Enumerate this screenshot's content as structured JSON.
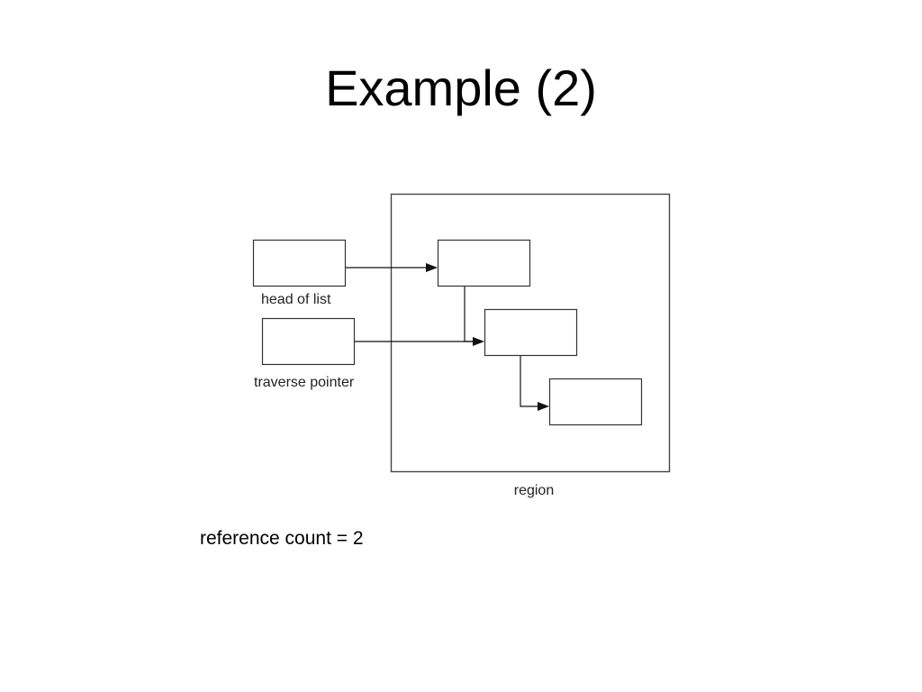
{
  "slide": {
    "title": "Example (2)"
  },
  "diagram": {
    "region_label": "region",
    "head_label": "head of list",
    "traverse_label": "traverse pointer"
  },
  "footnote": {
    "text": "reference count = 2"
  }
}
